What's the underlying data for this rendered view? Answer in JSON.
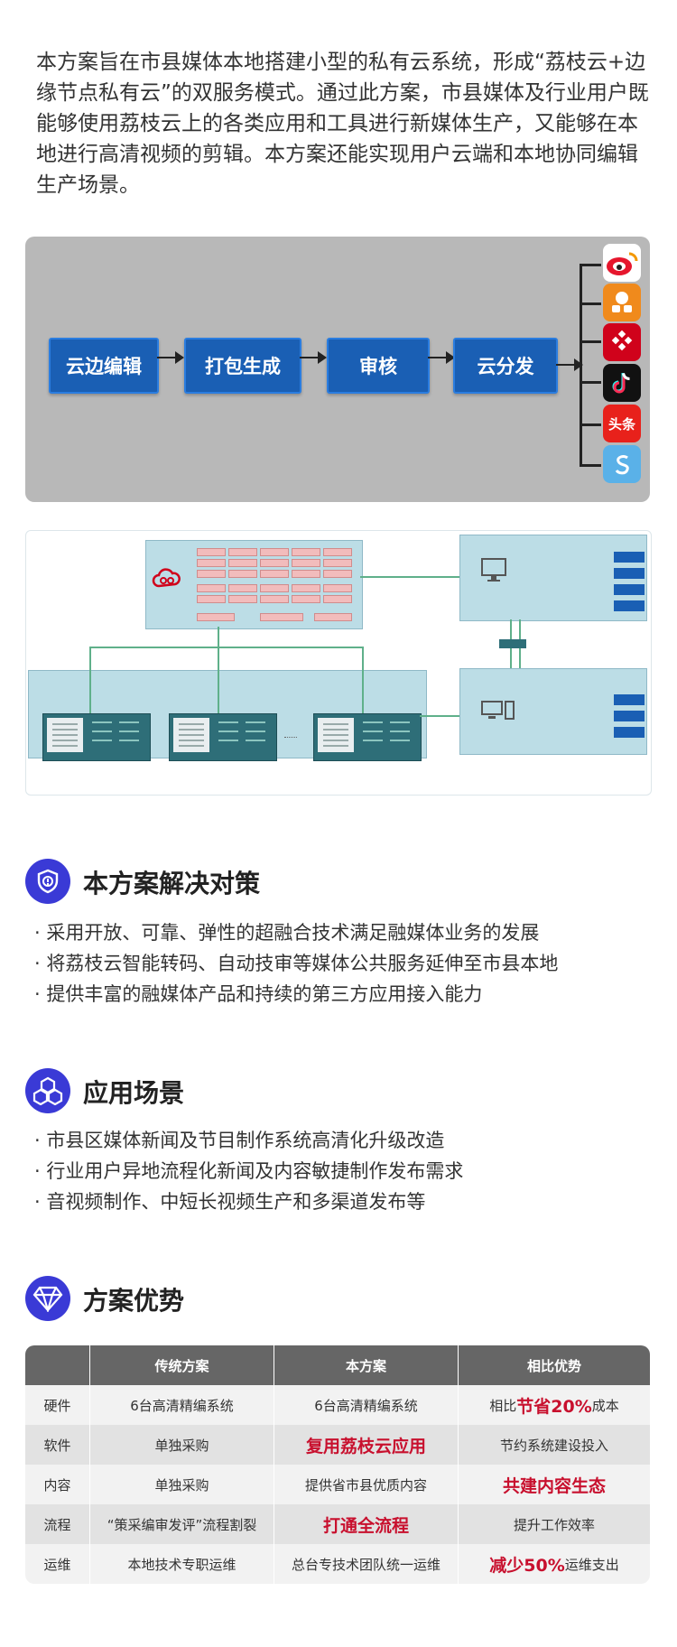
{
  "intro": "本方案旨在市县媒体本地搭建小型的私有云系统，形成“荔枝云+边缘节点私有云”的双服务模式。通过此方案，市县媒体及行业用户既能够使用荔枝云上的各类应用和工具进行新媒体生产，又能够在本地进行高清视频的剪辑。本方案还能实现用户云端和本地协同编辑生产场景。",
  "flow": {
    "steps": [
      "云边编辑",
      "打包生成",
      "审核",
      "云分发"
    ],
    "apps": [
      "weibo-icon",
      "qq-icon",
      "app-icon",
      "tiktok-icon",
      "toutiao-icon",
      "s-icon"
    ],
    "toutiao_label": "头条"
  },
  "sections": [
    {
      "title": "本方案解决对策",
      "icon": "shield-icon",
      "items": [
        "采用开放、可靠、弹性的超融合技术满足融媒体业务的发展",
        "将荔枝云智能转码、自动技审等媒体公共服务延伸至市县本地",
        "提供丰富的融媒体产品和持续的第三方应用接入能力"
      ]
    },
    {
      "title": "应用场景",
      "icon": "hexagons-icon",
      "items": [
        "市县区媒体新闻及节目制作系统高清化升级改造",
        "行业用户异地流程化新闻及内容敏捷制作发布需求",
        "音视频制作、中短长视频生产和多渠道发布等"
      ]
    },
    {
      "title": "方案优势",
      "icon": "diamond-icon",
      "items": []
    }
  ],
  "table": {
    "headers": [
      "",
      "传统方案",
      "本方案",
      "相比优势"
    ],
    "rows": [
      {
        "label": "硬件",
        "traditional": "6台高清精编系统",
        "ours": "6台高清精编系统",
        "adv_prefix": "相比",
        "adv_highlight": "节省20%",
        "adv_suffix": "成本"
      },
      {
        "label": "软件",
        "traditional": "单独采购",
        "ours_highlight": "复用荔枝云应用",
        "adv": "节约系统建设投入"
      },
      {
        "label": "内容",
        "traditional": "单独采购",
        "ours": "提供省市县优质内容",
        "adv_highlight": "共建内容生态"
      },
      {
        "label": "流程",
        "traditional": "“策采编审发评”流程割裂",
        "ours_highlight": "打通全流程",
        "adv": "提升工作效率"
      },
      {
        "label": "运维",
        "traditional": "本地技术专职运维",
        "ours": "总台专技术团队统一运维",
        "adv_highlight": "减少50%",
        "adv_suffix": "运维支出"
      }
    ]
  },
  "colors": {
    "accent": "#1a5fb4",
    "section_icon": "#3a3ad6",
    "highlight": "#c8102e"
  }
}
